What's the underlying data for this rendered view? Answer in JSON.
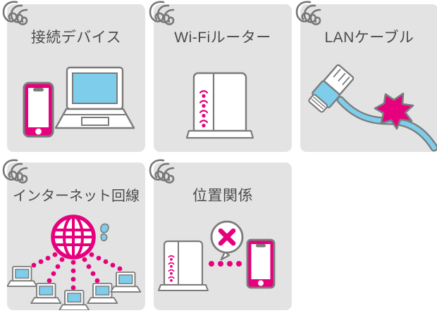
{
  "page": {
    "background": "#ffffff",
    "card_background": "#e3e3e3",
    "title_color": "#4b4b4b",
    "accent_magenta": "#e6007e",
    "accent_blue": "#7dcdeb",
    "outline_gray": "#7b7b7b",
    "coil_gray": "#777777"
  },
  "cards": [
    {
      "id": "connected-devices",
      "title": "接続デバイス",
      "corner_icon": "spiral-coil-icon",
      "illustration": "smartphone-and-laptop",
      "elements": [
        "smartphone",
        "laptop"
      ]
    },
    {
      "id": "wifi-router",
      "title": "Wi-Fiルーター",
      "corner_icon": "spiral-coil-icon",
      "illustration": "wifi-router",
      "elements": [
        "router",
        "signal-indicators"
      ],
      "signal_indicator_count": 4
    },
    {
      "id": "lan-cable",
      "title": "LANケーブル",
      "corner_icon": "spiral-coil-icon",
      "illustration": "lan-cable-with-damage",
      "elements": [
        "rj45-connector",
        "cable",
        "burst-star"
      ]
    },
    {
      "id": "internet-line",
      "title": "インターネット回線",
      "corner_icon": "spiral-coil-icon",
      "illustration": "globe-with-connected-laptops",
      "elements": [
        "globe",
        "dotted-links",
        "laptops"
      ],
      "laptop_count": 5
    },
    {
      "id": "positional-relation",
      "title": "位置関係",
      "corner_icon": "spiral-coil-icon",
      "illustration": "router-phone-blocked-connection",
      "elements": [
        "router",
        "dotted-link",
        "x-badge",
        "smartphone"
      ],
      "link_dot_count": 4,
      "badge_symbol": "×"
    }
  ]
}
